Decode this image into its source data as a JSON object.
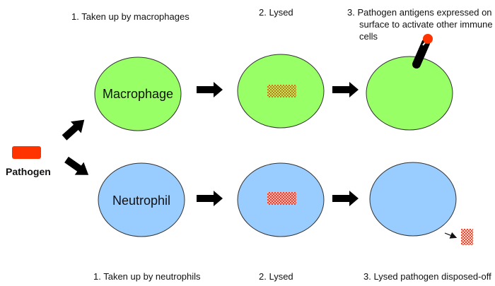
{
  "diagram": {
    "pathogen": {
      "label": "Pathogen",
      "color": "#ff3300"
    },
    "macrophage_row": {
      "cell_label": "Macrophage",
      "cell_color": "#99ff66",
      "steps": [
        "1. Taken up by macrophages",
        "2. Lysed",
        "3. Pathogen antigens expressed on surface to activate other immune cells"
      ],
      "step3_lines": [
        "3. Pathogen antigens expressed on",
        "surface to activate other immune",
        "cells"
      ]
    },
    "neutrophil_row": {
      "cell_label": "Neutrophil",
      "cell_color": "#99ccff",
      "steps": [
        "1. Taken up by neutrophils",
        "2. Lysed",
        "3. Lysed pathogen disposed-off"
      ]
    },
    "colors": {
      "lysed_checker_macrophage": "#e06a10",
      "lysed_checker_neutrophil": "#e84030",
      "arrow": "#000000",
      "antigen_tip": "#ff3300"
    }
  }
}
